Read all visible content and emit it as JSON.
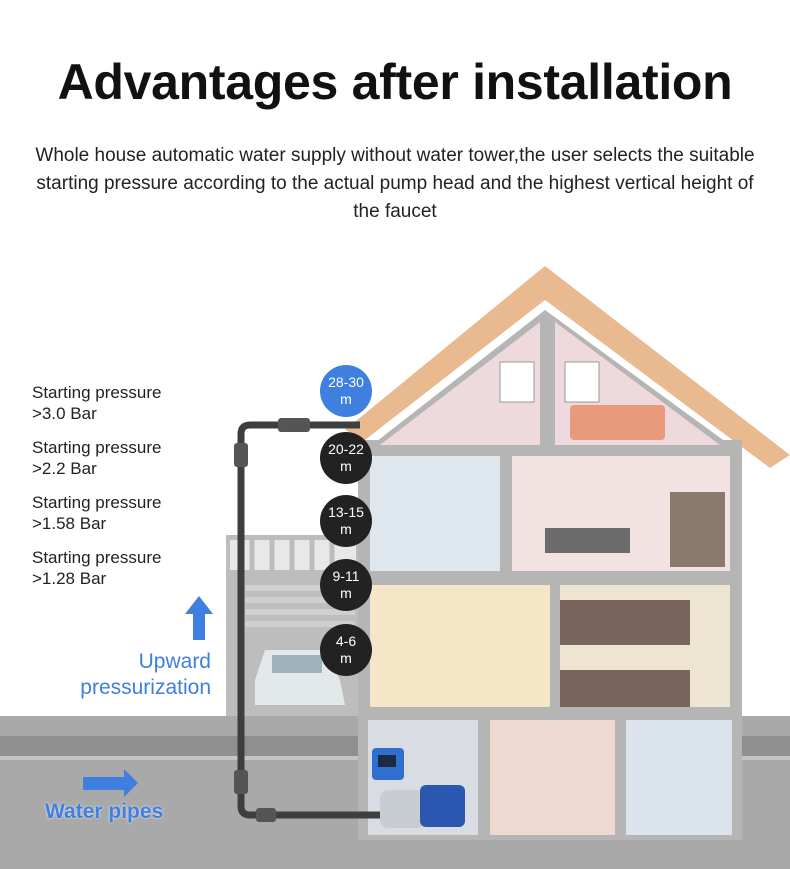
{
  "title": "Advantages after installation",
  "subtitle": "Whole house automatic water supply without water tower,the user selects the suitable starting pressure according to the actual pump head and the highest vertical height of the faucet",
  "pressures": [
    {
      "label": "Starting pressure",
      "value": ">3.0 Bar"
    },
    {
      "label": "Starting pressure",
      "value": ">2.2 Bar"
    },
    {
      "label": "Starting pressure",
      "value": ">1.58 Bar"
    },
    {
      "label": "Starting pressure",
      "value": ">1.28 Bar"
    }
  ],
  "heights": [
    {
      "range": "28-30",
      "unit": "m"
    },
    {
      "range": "20-22",
      "unit": "m"
    },
    {
      "range": "13-15",
      "unit": "m"
    },
    {
      "range": "9-11",
      "unit": "m"
    },
    {
      "range": "4-6",
      "unit": "m"
    }
  ],
  "upward": {
    "line1": "Upward",
    "line2": "pressurization"
  },
  "water_pipes": "Water pipes",
  "colors": {
    "accent": "#3f7fe0",
    "badge": "#222222",
    "roof": "#e9b990"
  }
}
